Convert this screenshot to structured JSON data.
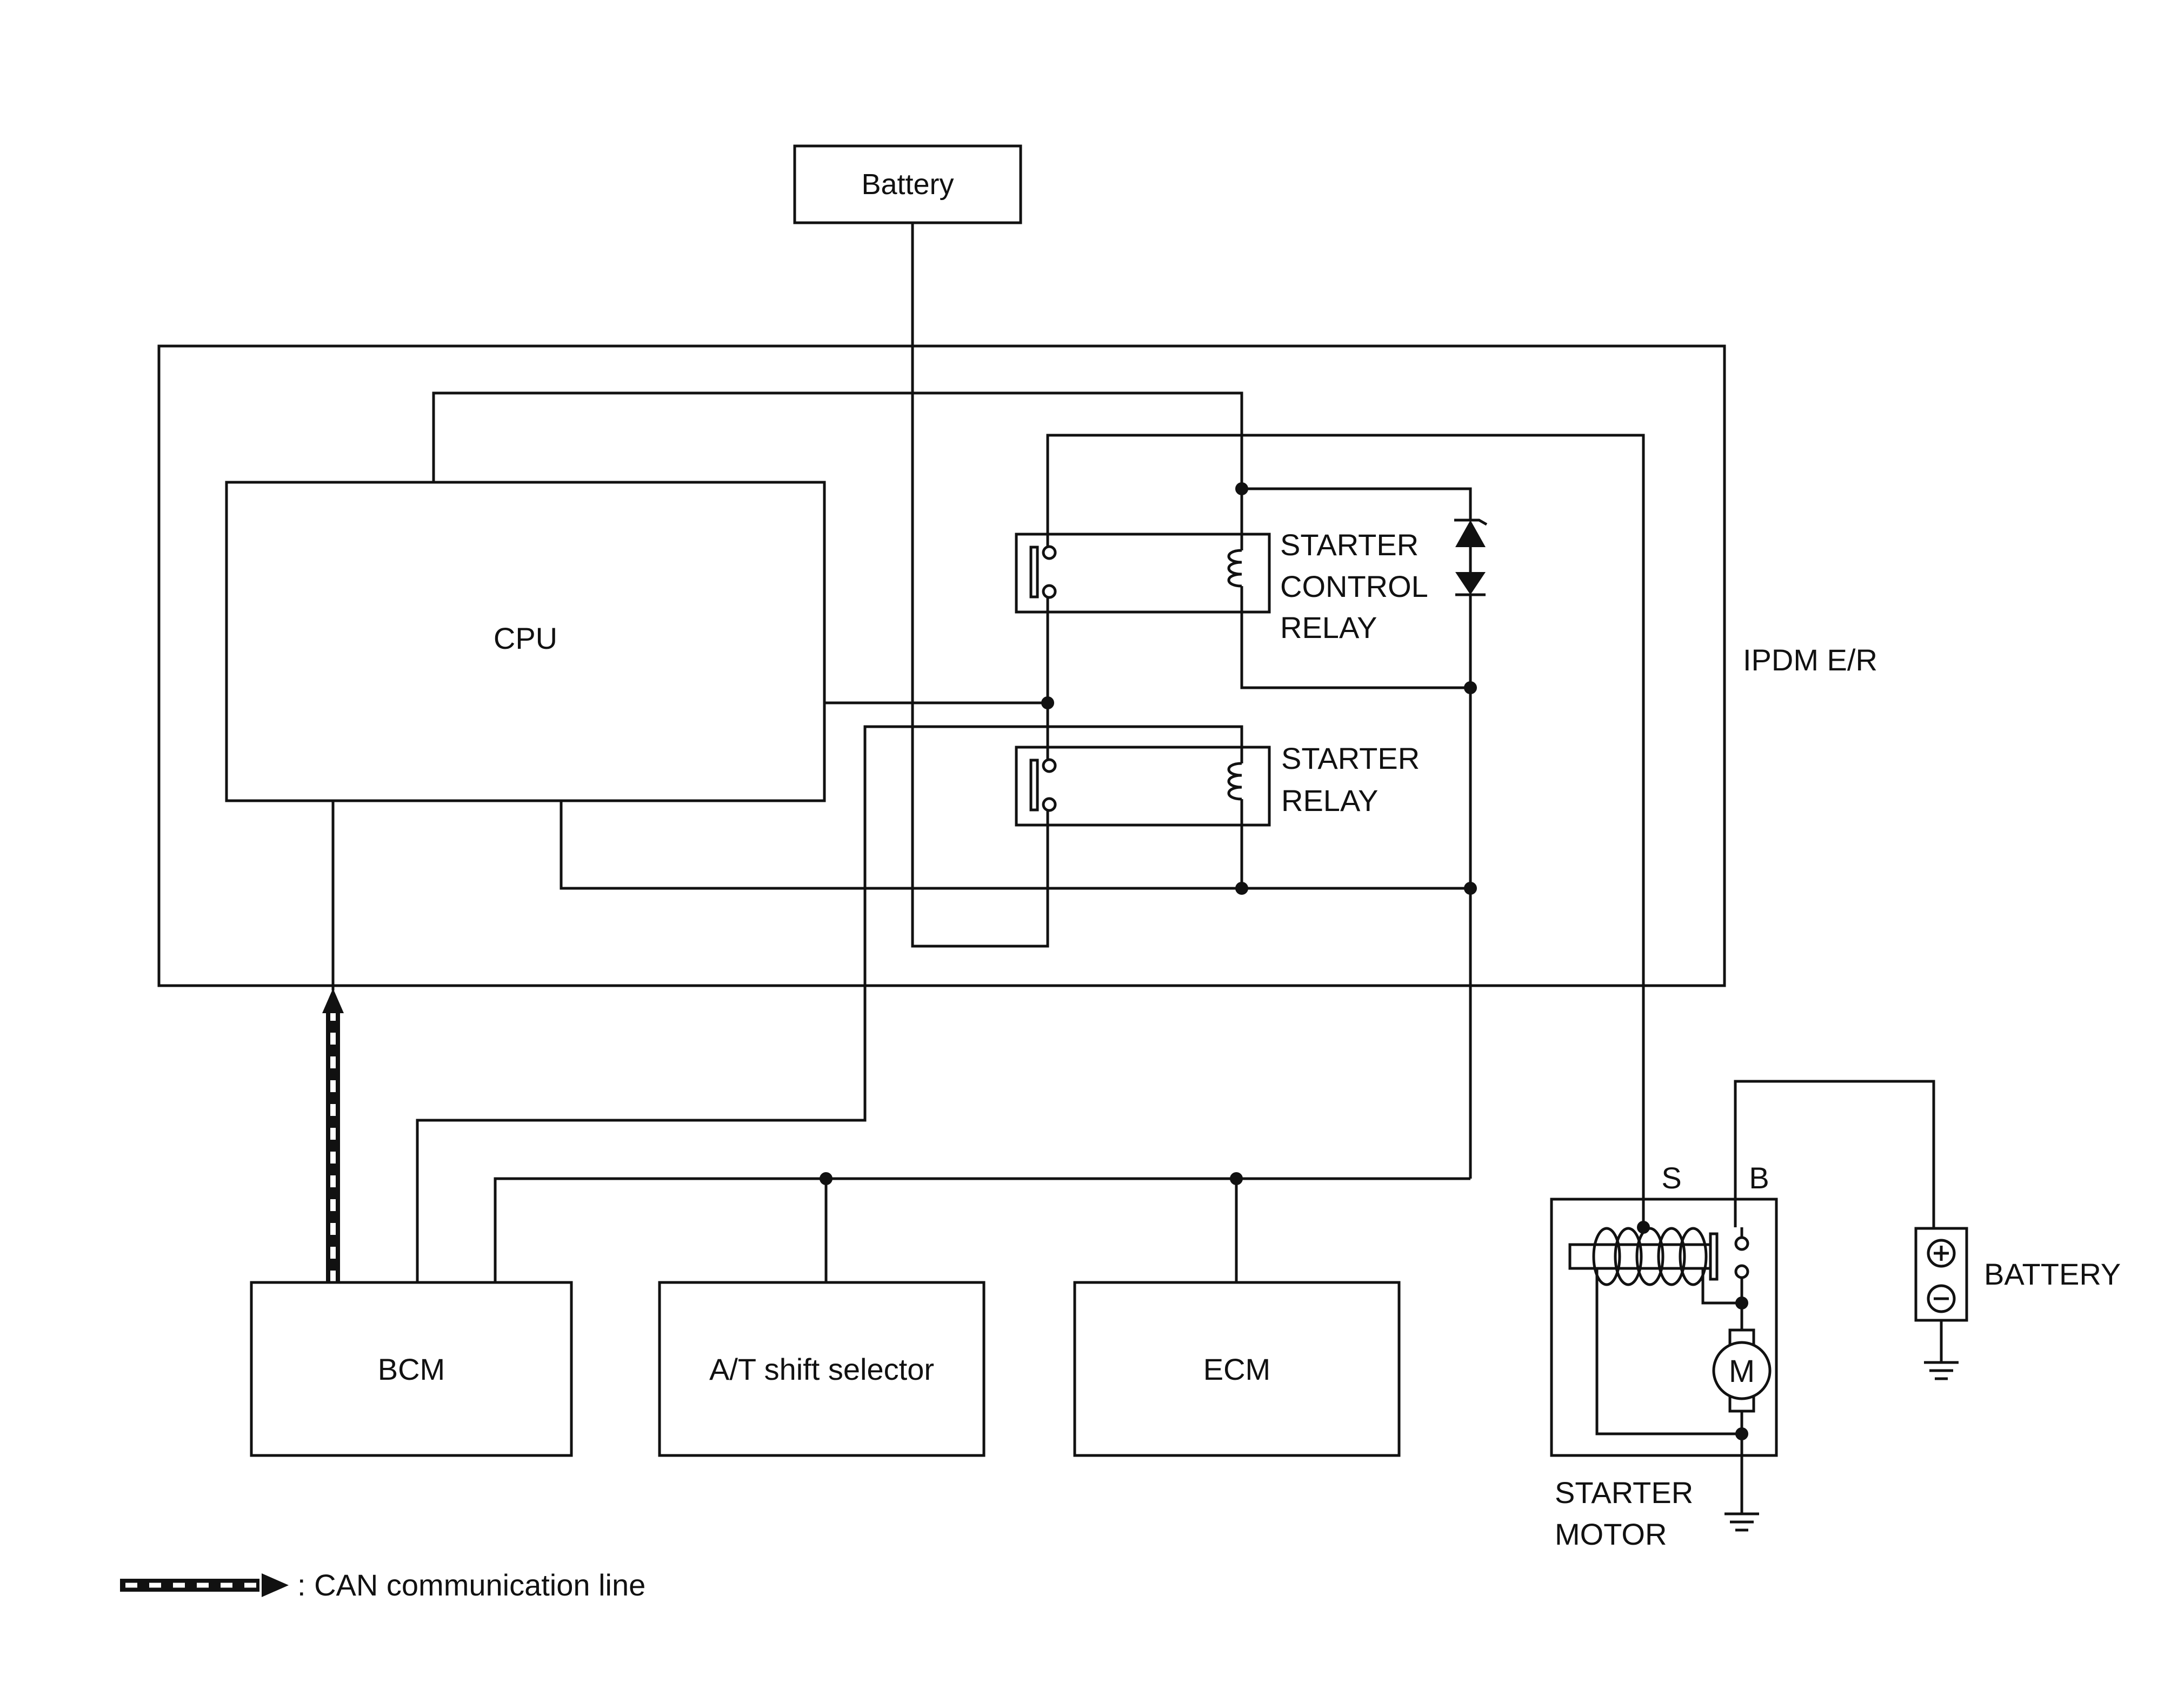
{
  "diagram": {
    "top_battery": "Battery",
    "ipdm": "IPDM E/R",
    "cpu": "CPU",
    "starter_control_relay": [
      "STARTER",
      "CONTROL",
      "RELAY"
    ],
    "starter_relay": [
      "STARTER",
      "RELAY"
    ],
    "bcm": "BCM",
    "at_shift_selector": "A/T shift selector",
    "ecm": "ECM",
    "starter_motor": [
      "STARTER",
      "MOTOR"
    ],
    "terminal_s": "S",
    "terminal_b": "B",
    "motor_symbol": "M",
    "battery_symbol": "BATTERY",
    "legend": ": CAN communication line"
  },
  "colors": {
    "line": "#111111",
    "background": "#ffffff"
  }
}
